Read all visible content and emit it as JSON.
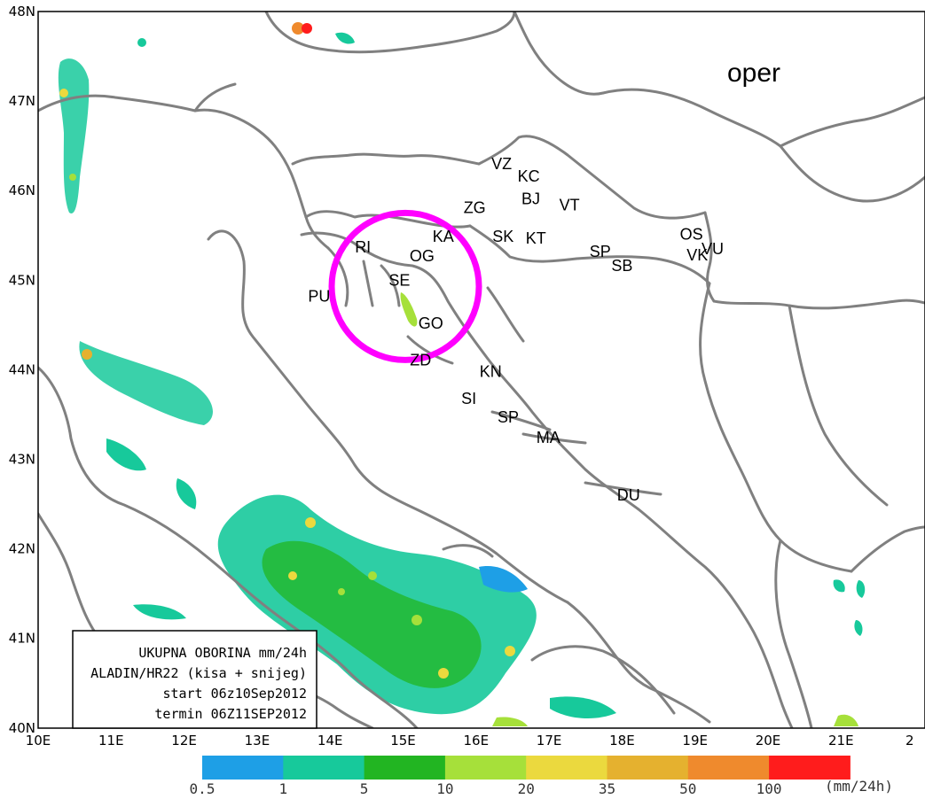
{
  "overlay_label": "oper",
  "lat_labels": [
    "48N",
    "47N",
    "46N",
    "45N",
    "44N",
    "43N",
    "42N",
    "41N",
    "40N"
  ],
  "lon_labels": [
    "10E",
    "11E",
    "12E",
    "13E",
    "14E",
    "15E",
    "16E",
    "17E",
    "18E",
    "19E",
    "20E",
    "21E",
    "2"
  ],
  "cities": [
    {
      "code": "VZ",
      "lon": 16.35,
      "lat": 46.3
    },
    {
      "code": "KC",
      "lon": 16.72,
      "lat": 46.16
    },
    {
      "code": "BJ",
      "lon": 16.75,
      "lat": 45.91
    },
    {
      "code": "VT",
      "lon": 17.28,
      "lat": 45.84
    },
    {
      "code": "ZG",
      "lon": 15.98,
      "lat": 45.81
    },
    {
      "code": "KA",
      "lon": 15.55,
      "lat": 45.49
    },
    {
      "code": "SK",
      "lon": 16.37,
      "lat": 45.49
    },
    {
      "code": "KT",
      "lon": 16.82,
      "lat": 45.47
    },
    {
      "code": "OS",
      "lon": 18.95,
      "lat": 45.51
    },
    {
      "code": "VU",
      "lon": 19.24,
      "lat": 45.35
    },
    {
      "code": "VK",
      "lon": 19.03,
      "lat": 45.28
    },
    {
      "code": "SP",
      "lon": 17.7,
      "lat": 45.32
    },
    {
      "code": "SB",
      "lon": 18.0,
      "lat": 45.16
    },
    {
      "code": "RI",
      "lon": 14.45,
      "lat": 45.37
    },
    {
      "code": "OG",
      "lon": 15.26,
      "lat": 45.27
    },
    {
      "code": "SE",
      "lon": 14.95,
      "lat": 45.0
    },
    {
      "code": "PU",
      "lon": 13.85,
      "lat": 44.82
    },
    {
      "code": "GO",
      "lon": 15.38,
      "lat": 44.52
    },
    {
      "code": "ZD",
      "lon": 15.24,
      "lat": 44.11
    },
    {
      "code": "KN",
      "lon": 16.2,
      "lat": 43.98
    },
    {
      "code": "SI",
      "lon": 15.9,
      "lat": 43.68
    },
    {
      "code": "SP",
      "lon": 16.44,
      "lat": 43.47
    },
    {
      "code": "MA",
      "lon": 16.99,
      "lat": 43.24
    },
    {
      "code": "DU",
      "lon": 18.09,
      "lat": 42.6
    }
  ],
  "highlight": {
    "lon": 15.03,
    "lat": 44.93,
    "color": "#ff00ff"
  },
  "info_box": {
    "line1": "UKUPNA OBORINA mm/24h",
    "line2": "ALADIN/HR22 (kisa + snijeg)",
    "line3": "start 06z10Sep2012",
    "line4": "termin 06Z11SEP2012"
  },
  "colorbar": {
    "unit": "(mm/24h)",
    "ticks": [
      "0.5",
      "1",
      "5",
      "10",
      "20",
      "35",
      "50",
      "100"
    ],
    "colors": [
      "#1e9fe6",
      "#17c99b",
      "#22b522",
      "#a6e03a",
      "#ebd93e",
      "#e5b12f",
      "#ef8a2d",
      "#ff1c1c"
    ]
  }
}
